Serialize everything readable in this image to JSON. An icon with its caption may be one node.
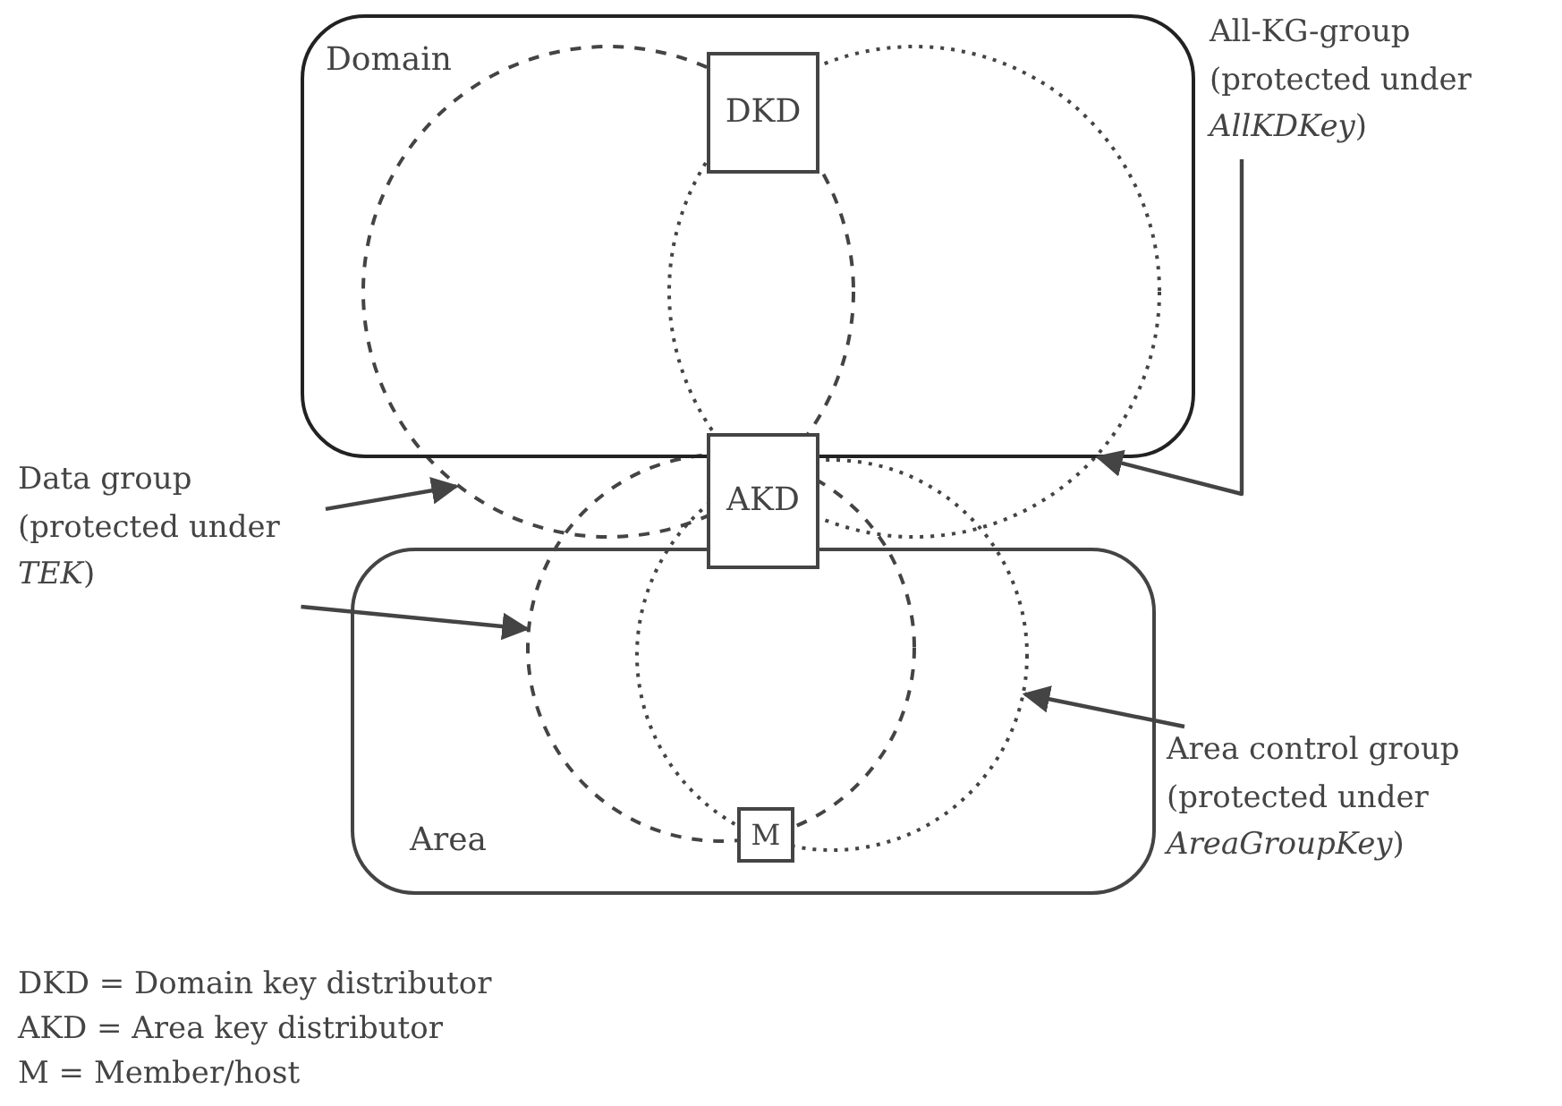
{
  "diagram": {
    "nodes": [
      {
        "text": [
          "Domain"
        ]
      },
      {
        "text": [
          "DKD"
        ]
      },
      {
        "text": [
          "AKD"
        ]
      },
      {
        "text": [
          "Area"
        ]
      },
      {
        "text": [
          "M"
        ],
        "in": 3
      },
      {
        "text": [
          "All-KG-group (protected under *AllKDKey*)"
        ]
      },
      {
        "text": [
          "Data group (protected under *TEK*)"
        ]
      },
      {
        "text": [
          "Area control group (protected under *AreaGroupKey*)"
        ]
      },
      {
        "text": [],
        "shape": "circle"
      },
      {
        "text": [],
        "shape": "circle"
      },
      {
        "text": [],
        "shape": "circle"
      },
      {
        "text": [],
        "shape": "circle"
      }
    ],
    "edges": [
      {
        "from": 5,
        "to": 9,
        "arrow": "to"
      },
      {
        "from": 6,
        "to": 8,
        "arrow": "to"
      },
      {
        "from": 6,
        "to": 10,
        "arrow": "to"
      },
      {
        "from": 7,
        "to": 11,
        "arrow": "to"
      }
    ],
    "labels": [
      "DKD = Domain key distributor",
      "AKD = Area key distributor",
      "M = Member/host"
    ]
  }
}
